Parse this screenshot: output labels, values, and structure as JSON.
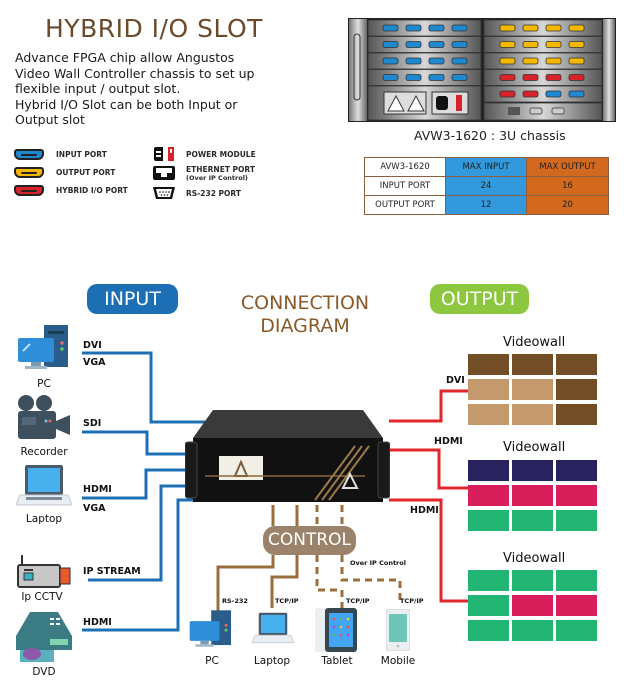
{
  "header": {
    "title": "HYBRID I/O SLOT",
    "description_lines": [
      "Advance FPGA chip allow Angustos",
      "Video Wall Controller chassis to set up",
      "flexible input / output slot.",
      "Hybrid I/O Slot can be both Input or",
      "Output slot"
    ]
  },
  "legend": {
    "input_port": "INPUT PORT",
    "output_port": "OUTPUT PORT",
    "hybrid_port": "HYBRID I/O PORT",
    "power_module": "POWER MODULE",
    "ethernet_port": "ETHERNET PORT",
    "ethernet_note": "(Over IP Control)",
    "rs232_port": "RS-232 PORT"
  },
  "colors": {
    "input": "#1e88d0",
    "output": "#f5b700",
    "hybrid": "#d8232a",
    "input_line": "#1c6fb5",
    "output_line": "#e3262b",
    "control_line": "#9a6f3e"
  },
  "chassis": {
    "caption": "AVW3-1620 : 3U chassis"
  },
  "spec_table": {
    "headers": [
      "AVW3-1620",
      "MAX INPUT",
      "MAX OUTPUT"
    ],
    "rows": [
      [
        "INPUT PORT",
        "24",
        "16"
      ],
      [
        "OUTPUT PORT",
        "12",
        "20"
      ]
    ]
  },
  "diagram": {
    "input_label": "INPUT",
    "output_label": "OUTPUT",
    "title_line1": "CONNECTION",
    "title_line2": "DIAGRAM",
    "control_label": "CONTROL",
    "inputs": [
      {
        "device": "PC",
        "signals": [
          "DVI",
          "VGA"
        ]
      },
      {
        "device": "Recorder",
        "signals": [
          "SDI"
        ]
      },
      {
        "device": "Laptop",
        "signals": [
          "HDMI",
          "VGA"
        ]
      },
      {
        "device": "Ip CCTV",
        "signals": [
          "IP STREAM"
        ]
      },
      {
        "device": "DVD",
        "signals": [
          "HDMI"
        ]
      }
    ],
    "outputs": [
      {
        "label": "Videowall",
        "signal": "DVI"
      },
      {
        "label": "Videowall",
        "signal": "HDMI"
      },
      {
        "label": "Videowall",
        "signal": "HDMI"
      }
    ],
    "control": {
      "over_ip_note": "Over IP Control",
      "devices": [
        {
          "device": "PC",
          "protocol": "RS-232"
        },
        {
          "device": "Laptop",
          "protocol": "TCP/IP"
        },
        {
          "device": "Tablet",
          "protocol": "TCP/IP"
        },
        {
          "device": "Mobile",
          "protocol": "TCP/IP"
        }
      ]
    }
  }
}
